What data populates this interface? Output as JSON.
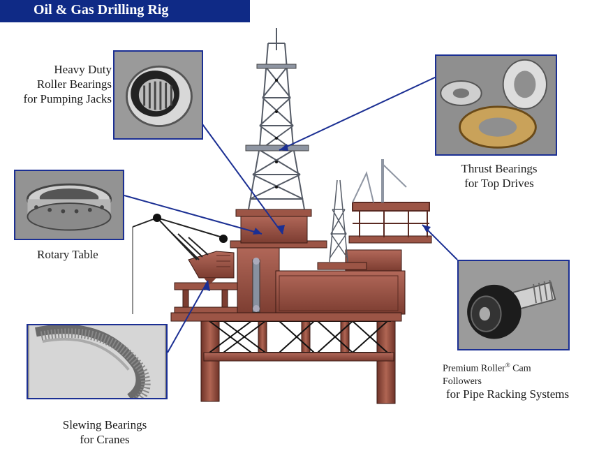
{
  "title": "Oil & Gas Drilling Rig",
  "callouts": {
    "pumping_jacks": {
      "line1": "Heavy Duty",
      "line2": "Roller Bearings",
      "line3": "for Pumping Jacks"
    },
    "thrust": {
      "line1": "Thrust Bearings",
      "line2": "for Top Drives"
    },
    "rotary": {
      "line1": "Rotary Table"
    },
    "cam": {
      "line1_a": "Premium Roller",
      "line1_reg": "®",
      "line1_b": " Cam",
      "line2": "Followers",
      "line3": "for Pipe Racking Systems"
    },
    "slewing": {
      "line1": "Slewing Bearings",
      "line2": "for Cranes"
    }
  },
  "colors": {
    "title_bg": "#0f2a86",
    "frame": "#1b2f93",
    "rig_body": "#8b4a3c",
    "rig_dark": "#5a2a22",
    "rig_light": "#b3695a",
    "derrick": "#9aa0aa"
  }
}
